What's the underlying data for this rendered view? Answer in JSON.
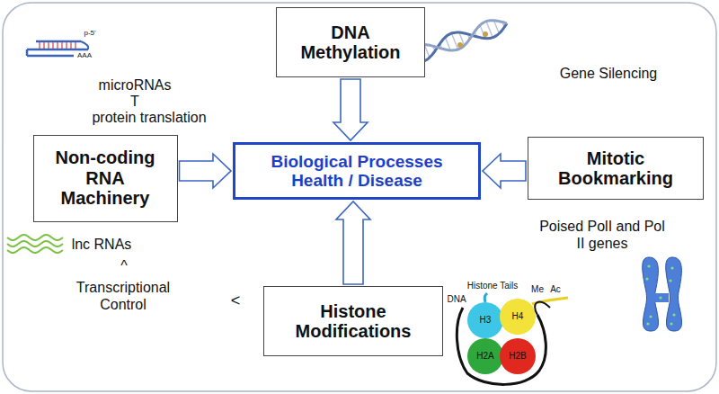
{
  "diagram": {
    "nodes": [
      {
        "text": [
          "DNA Methylation"
        ]
      },
      {
        "text": [
          "Non-coding RNA Machinery"
        ]
      },
      {
        "text": [
          "Biological Processes Health / Disease"
        ]
      },
      {
        "text": [
          "Mitotic Bookmarking"
        ]
      },
      {
        "text": [
          "Histone Modifications"
        ]
      }
    ],
    "edges": [
      {
        "from": 0,
        "to": 2,
        "arrow": "to"
      },
      {
        "from": 1,
        "to": 2,
        "arrow": "to"
      },
      {
        "from": 3,
        "to": 2,
        "arrow": "to"
      },
      {
        "from": 4,
        "to": 2,
        "arrow": "to"
      }
    ],
    "labels": [
      "p-5'",
      "AAA",
      "microRNAs",
      "T",
      "protein translation",
      "Gene Silencing",
      "Poised PolI and Pol II genes",
      "lnc RNAs",
      "^",
      "Histone Tails",
      "DNA",
      "Me",
      "Ac",
      "H3",
      "H4",
      "Transcriptional Control",
      "<",
      "H2A",
      "H2B"
    ]
  }
}
